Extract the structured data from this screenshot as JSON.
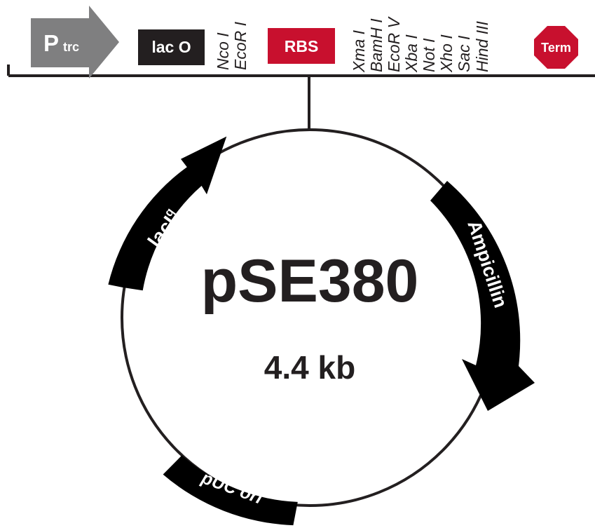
{
  "plasmid": {
    "name": "pSE380",
    "size": "4.4 kb"
  },
  "cassette": {
    "promoter": {
      "label": "P",
      "subscript": "trc",
      "color": "#7f7f80"
    },
    "operator": {
      "label": "lac O",
      "color": "#231f20"
    },
    "rbs": {
      "label": "RBS",
      "color": "#c8102e"
    },
    "terminator": {
      "label": "Term",
      "color": "#c8102e"
    },
    "sites_group_1": [
      "Nco I",
      "EcoR I"
    ],
    "sites_group_2": [
      "Xma I",
      "BamH I",
      "EcoR V",
      "Xba I",
      "Not I",
      "Xho I",
      "Sac I",
      "Hind III"
    ]
  },
  "features": {
    "laciq": {
      "label": "lacI",
      "superscript": "q"
    },
    "ampicillin": {
      "label": "Ampicillin"
    },
    "puc_ori": {
      "label": "pUC ori"
    }
  },
  "colors": {
    "feature_fill": "#000000",
    "line": "#231f20"
  }
}
